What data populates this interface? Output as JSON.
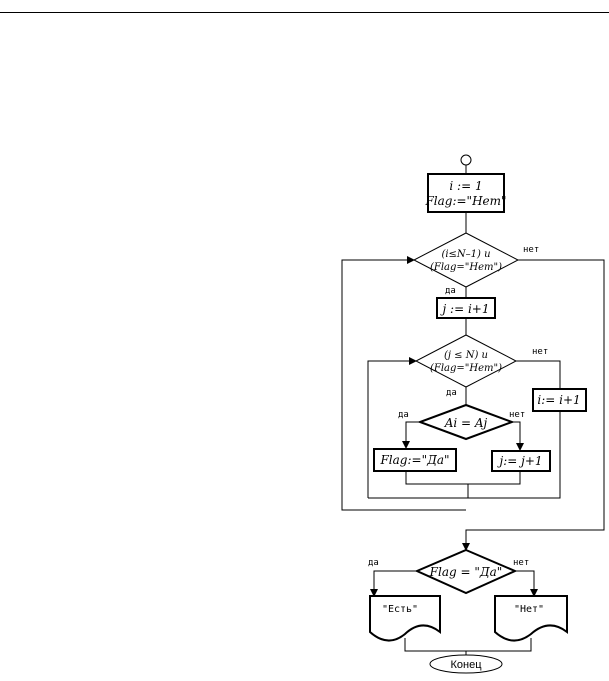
{
  "flowchart": {
    "init_i": "i := 1",
    "init_flag": "Flag:=\"Нет\"",
    "cond1_line1": "(i≤N–1) и",
    "cond1_line2": "(Flag=\"Нет\")",
    "assign_j": "j := i+1",
    "cond2_line1": "(j ≤ N) и",
    "cond2_line2": "(Flag=\"Нет\")",
    "compare": "Ai = Aj",
    "flag_yes": "Flag:=\"Да\"",
    "inc_j": "j:= j+1",
    "inc_i": "i:= i+1",
    "cond3": "Flag = \"Да\"",
    "out_yes": "\"Есть\"",
    "out_no": "\"Нет\"",
    "end_label": "Конец",
    "yes_label": "да",
    "no_label": "нет"
  }
}
